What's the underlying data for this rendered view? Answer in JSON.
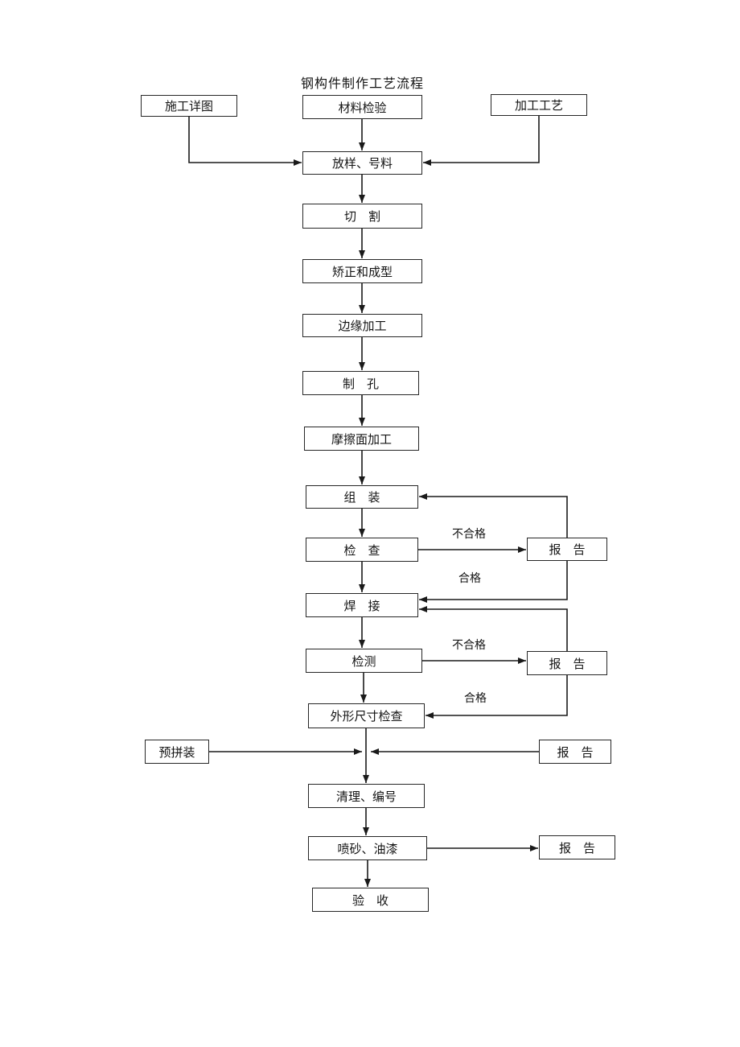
{
  "title": "钢构件制作工艺流程",
  "colors": {
    "line": "#1a1a1a",
    "box_border": "#262626",
    "background": "#ffffff",
    "text": "#141414"
  },
  "nodes": {
    "shigongxiangtu": {
      "label": "施工详图"
    },
    "cailiaojianyan": {
      "label": "材料检验"
    },
    "jiagonggongyi": {
      "label": "加工工艺"
    },
    "fangyanghaoliao": {
      "label": "放样、号料"
    },
    "qiege": {
      "label": "切　割"
    },
    "jiaozhengchengxing": {
      "label": "矫正和成型"
    },
    "bianyuanjiagong": {
      "label": "边缘加工"
    },
    "zhikong": {
      "label": "制　孔"
    },
    "mocamianjiagong": {
      "label": "摩擦面加工"
    },
    "zuzhuang": {
      "label": "组　装"
    },
    "jiancha": {
      "label": "检　查"
    },
    "baogao1": {
      "label": "报　告"
    },
    "hanjie": {
      "label": "焊　接"
    },
    "jiance": {
      "label": "检测"
    },
    "baogao2": {
      "label": "报　告"
    },
    "waixingchicun": {
      "label": "外形尺寸检查"
    },
    "yupinzhuang": {
      "label": "预拼装"
    },
    "baogao3": {
      "label": "报　告"
    },
    "qinglibianhao": {
      "label": "清理、编号"
    },
    "penshayouqi": {
      "label": "喷砂、油漆"
    },
    "baogao4": {
      "label": "报　告"
    },
    "yanshou": {
      "label": "验　收"
    }
  },
  "edge_labels": {
    "buhege1": "不合格",
    "hege1": "合格",
    "buhege2": "不合格",
    "hege2": "合格"
  }
}
